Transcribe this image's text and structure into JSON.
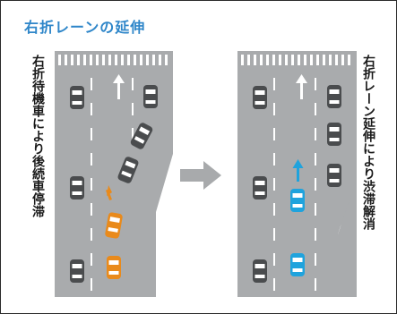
{
  "title": "右折レーンの延伸",
  "left_caption": "右折待機車により後続車停滞",
  "right_caption": "右折レーン延伸により渋滞解消",
  "arrow_icon": "right-arrow-icon",
  "colors": {
    "title": "#2e86c9",
    "road": "#a9abad",
    "car_gray": "#4a4c4e",
    "car_orange": "#e98a1b",
    "car_blue": "#1fa3dd",
    "arrow": "#a8aaac"
  }
}
